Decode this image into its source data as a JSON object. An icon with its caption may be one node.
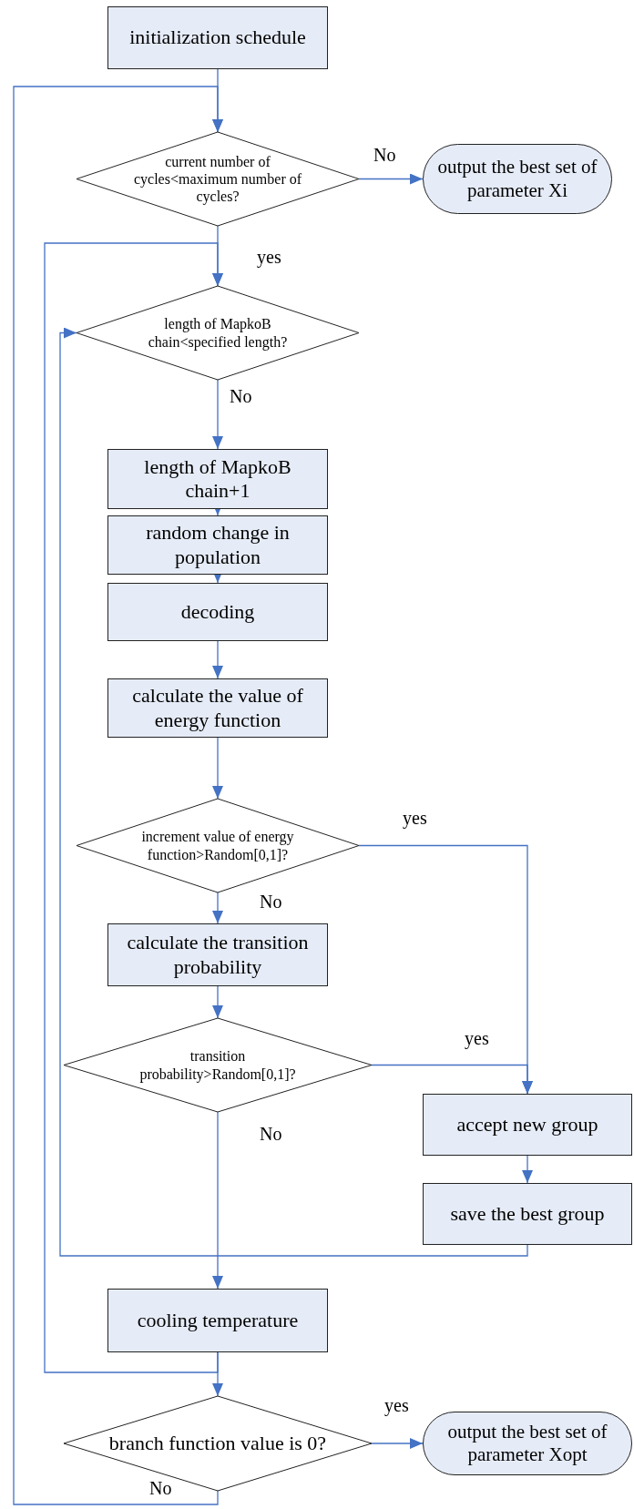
{
  "diagram": {
    "nodes": [
      {
        "text": [
          "initialization schedule"
        ]
      },
      {
        "text": [
          "current number of cycles<maximum number of cycles?"
        ]
      },
      {
        "text": [
          "output the best set of parameter Xi"
        ]
      },
      {
        "text": [
          "length of MapkoB chain<specified length?"
        ]
      },
      {
        "text": [
          "length of MapkoB chain+1"
        ]
      },
      {
        "text": [
          "random change in population"
        ]
      },
      {
        "text": [
          "decoding"
        ]
      },
      {
        "text": [
          "calculate the value of energy function"
        ]
      },
      {
        "text": [
          "increment value of energy function>Random[0,1]?"
        ]
      },
      {
        "text": [
          "calculate the transition probability"
        ]
      },
      {
        "text": [
          "transition probability>Random[0,1]?"
        ]
      },
      {
        "text": [
          "accept new group"
        ]
      },
      {
        "text": [
          "save the best group"
        ]
      },
      {
        "text": [
          "cooling temperature"
        ]
      },
      {
        "text": [
          "branch function value is 0?"
        ]
      },
      {
        "text": [
          "output the best set of parameter Xopt"
        ]
      }
    ],
    "edges": [
      {
        "from": 0,
        "to": 1,
        "arrow": "to"
      },
      {
        "from": 1,
        "to": 2,
        "arrow": "to",
        "label": "No"
      },
      {
        "from": 1,
        "to": 3,
        "arrow": "to",
        "label": "yes"
      },
      {
        "from": 3,
        "to": 4,
        "arrow": "to",
        "label": "No"
      },
      {
        "from": 4,
        "to": 5,
        "arrow": "to"
      },
      {
        "from": 5,
        "to": 6,
        "arrow": "to"
      },
      {
        "from": 6,
        "to": 7,
        "arrow": "to"
      },
      {
        "from": 7,
        "to": 8,
        "arrow": "to"
      },
      {
        "from": 8,
        "to": 11,
        "arrow": "to",
        "label": "yes"
      },
      {
        "from": 8,
        "to": 9,
        "arrow": "to",
        "label": "No"
      },
      {
        "from": 9,
        "to": 10,
        "arrow": "to"
      },
      {
        "from": 10,
        "to": 11,
        "arrow": "to",
        "label": "yes"
      },
      {
        "from": 10,
        "to": 13,
        "arrow": "to",
        "label": "No"
      },
      {
        "from": 11,
        "to": 12,
        "arrow": "to"
      },
      {
        "from": 12,
        "to": 3,
        "arrow": "to"
      },
      {
        "from": 13,
        "to": 14,
        "arrow": "to"
      },
      {
        "from": 13,
        "to": 3,
        "arrow": "to"
      },
      {
        "from": 14,
        "to": 15,
        "arrow": "to",
        "label": "yes"
      },
      {
        "from": 14,
        "to": 1,
        "arrow": "to",
        "label": "No"
      }
    ]
  }
}
